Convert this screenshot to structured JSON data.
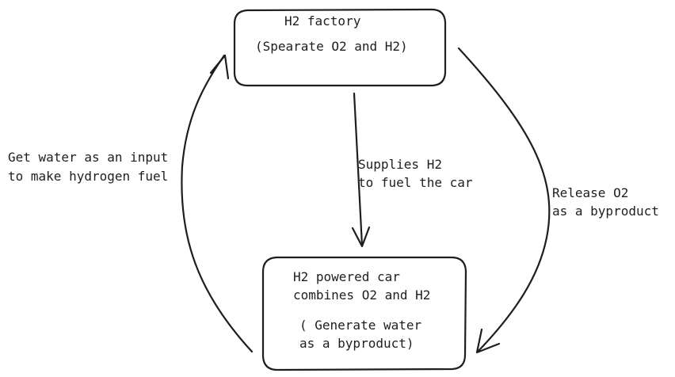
{
  "nodes": {
    "factory": {
      "line1": "H2 factory",
      "line2": "(Spearate O2 and H2)"
    },
    "car": {
      "line1": "H2 powered car",
      "line2": "combines O2 and H2",
      "line3": "( Generate water",
      "line4": "as a byproduct)"
    }
  },
  "edges": {
    "supply": {
      "line1": "Supplies H2",
      "line2": "to fuel the car"
    },
    "release": {
      "line1": "Release O2",
      "line2": "as a byproduct"
    },
    "water": {
      "line1": "Get water as an input",
      "line2": "to make hydrogen fuel"
    }
  },
  "colors": {
    "stroke": "#1e1e1e",
    "background": "#ffffff"
  }
}
